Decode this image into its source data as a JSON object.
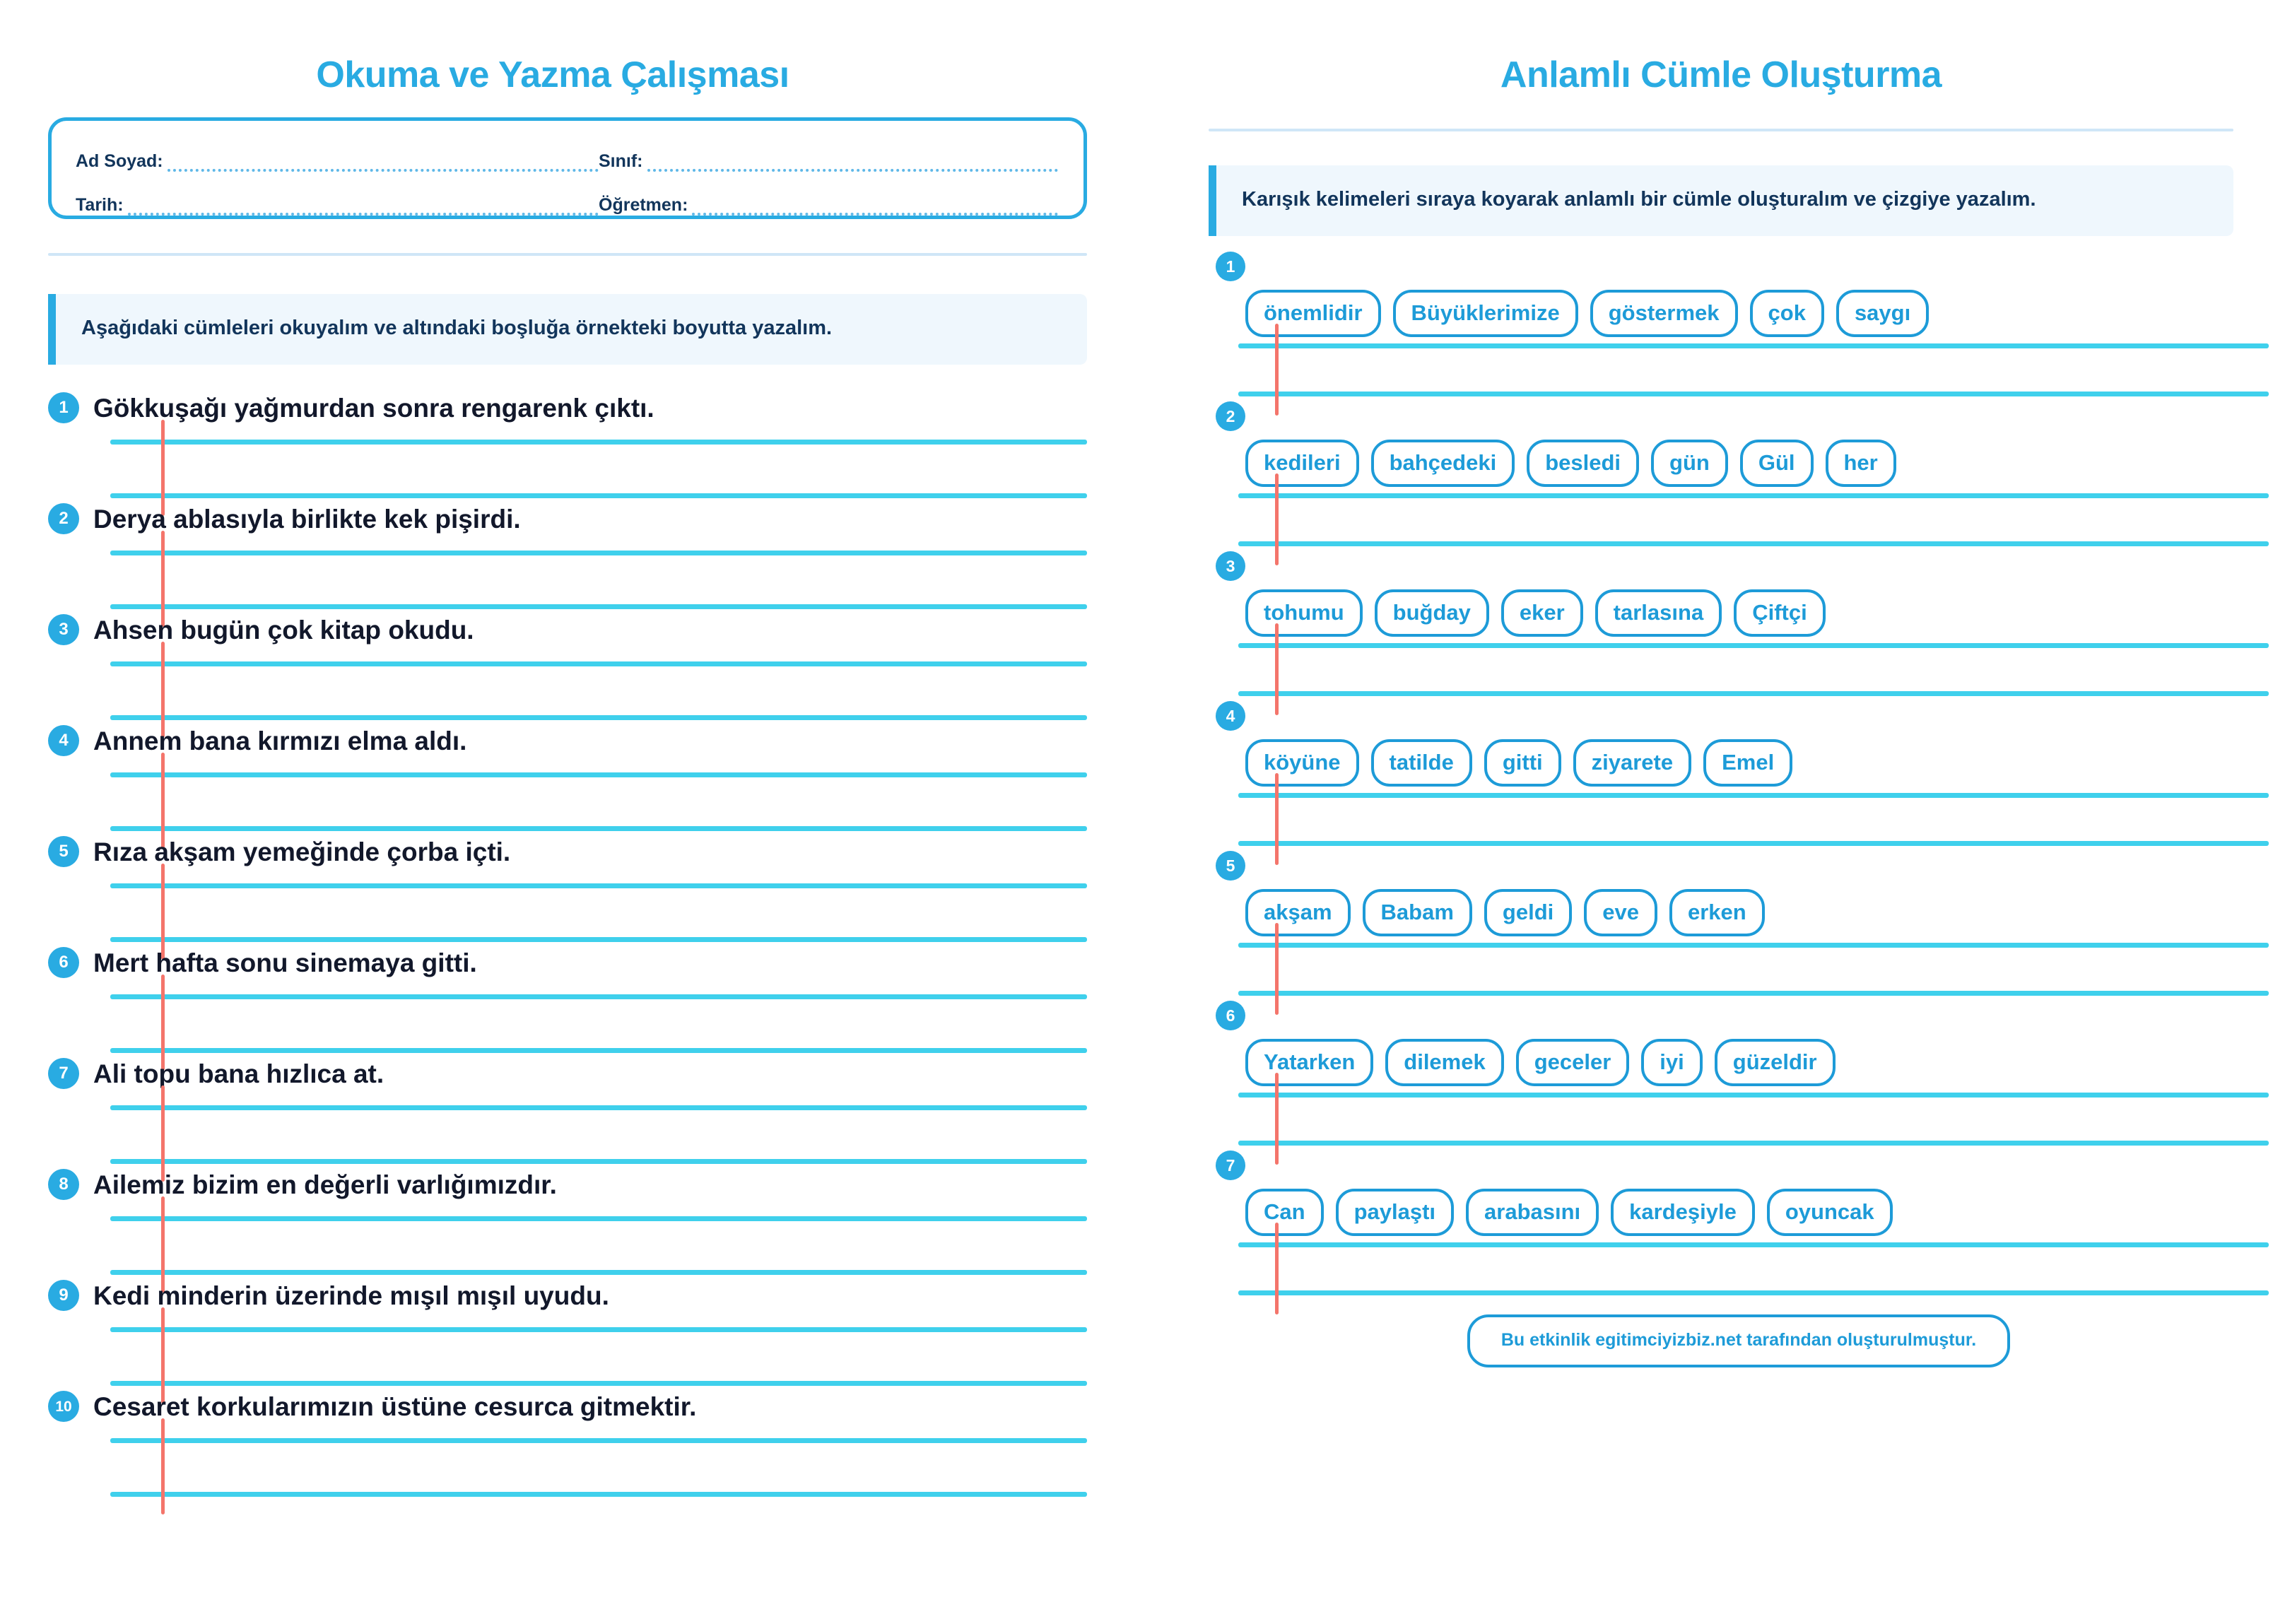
{
  "left": {
    "title": "Okuma ve Yazma Çalışması",
    "info_fields": [
      {
        "label": "Ad Soyad:",
        "value": ""
      },
      {
        "label": "Sınıf:",
        "value": ""
      },
      {
        "label": "Tarih:",
        "value": ""
      },
      {
        "label": "Öğretmen:",
        "value": ""
      }
    ],
    "instruction": "Aşağıdaki cümleleri okuyalım ve altındaki boşluğa örnekteki boyutta yazalım.",
    "sentences": [
      {
        "num": "1",
        "text": "Gökkuşağı yağmurdan sonra rengarenk çıktı."
      },
      {
        "num": "2",
        "text": "Derya ablasıyla birlikte kek pişirdi."
      },
      {
        "num": "3",
        "text": "Ahsen bugün çok kitap okudu."
      },
      {
        "num": "4",
        "text": "Annem bana kırmızı elma aldı."
      },
      {
        "num": "5",
        "text": "Rıza akşam yemeğinde çorba içti."
      },
      {
        "num": "6",
        "text": "Mert hafta sonu sinemaya gitti."
      },
      {
        "num": "7",
        "text": "Ali topu bana hızlıca at."
      },
      {
        "num": "8",
        "text": "Ailemiz bizim en değerli varlığımızdır."
      },
      {
        "num": "9",
        "text": "Kedi minderin üzerinde mışıl mışıl uyudu."
      },
      {
        "num": "10",
        "text": "Cesaret korkularımızın üstüne cesurca gitmektir."
      }
    ]
  },
  "right": {
    "title": "Anlamlı Cümle Oluşturma",
    "instruction": "Karışık kelimeleri sıraya koyarak anlamlı bir cümle oluşturalım ve çizgiye yazalım.",
    "groups": [
      {
        "num": "1",
        "words": [
          "önemlidir",
          "Büyüklerimize",
          "göstermek",
          "çok",
          "saygı"
        ]
      },
      {
        "num": "2",
        "words": [
          "kedileri",
          "bahçedeki",
          "besledi",
          "gün",
          "Gül",
          "her"
        ]
      },
      {
        "num": "3",
        "words": [
          "tohumu",
          "buğday",
          "eker",
          "tarlasına",
          "Çiftçi"
        ]
      },
      {
        "num": "4",
        "words": [
          "köyüne",
          "tatilde",
          "gitti",
          "ziyarete",
          "Emel"
        ]
      },
      {
        "num": "5",
        "words": [
          "akşam",
          "Babam",
          "geldi",
          "eve",
          "erken"
        ]
      },
      {
        "num": "6",
        "words": [
          "Yatarken",
          "dilemek",
          "geceler",
          "iyi",
          "güzeldir"
        ]
      },
      {
        "num": "7",
        "words": [
          "Can",
          "paylaştı",
          "arabasını",
          "kardeşiyle",
          "oyuncak"
        ]
      }
    ],
    "credit": "Bu etkinlik egitimciyizbiz.net tarafından oluşturulmuştur."
  },
  "colors": {
    "brand_blue": "#29ABE2",
    "pill_blue": "#1D9BD8",
    "rule_cyan": "#3FD0EC",
    "margin_red": "#F4756B",
    "ink_navy": "#12182B",
    "callout_bg": "#EFF7FD"
  }
}
